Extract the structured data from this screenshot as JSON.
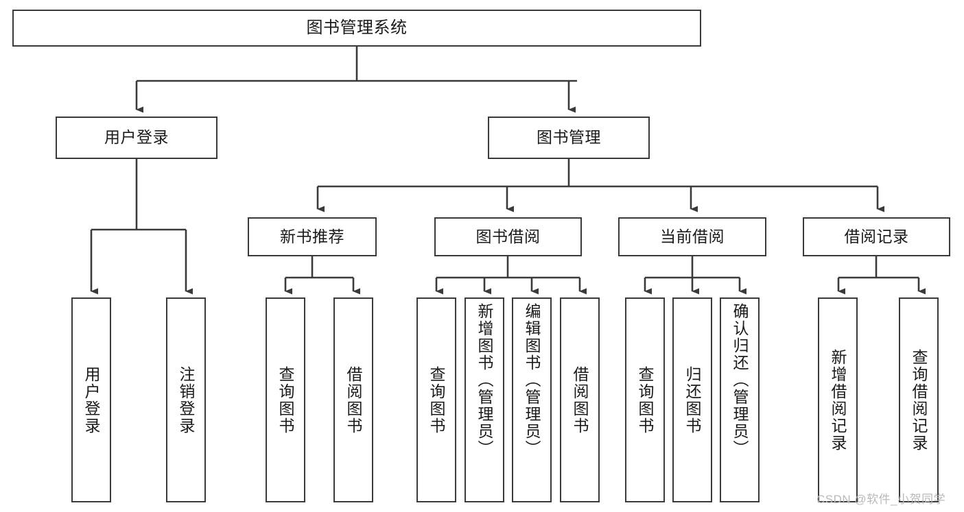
{
  "diagram": {
    "title": "图书管理系统",
    "type": "tree-hierarchy-chart",
    "colors": {
      "stroke": "#3a3a3a",
      "fill": "#ffffff",
      "text": "#1a1a1a",
      "watermark": "#b9b9b9"
    },
    "nodes": {
      "root": {
        "label": "图书管理系统"
      },
      "level2": [
        {
          "id": "user-login",
          "label": "用户登录"
        },
        {
          "id": "book-management",
          "label": "图书管理"
        }
      ],
      "level3": [
        {
          "id": "new-book-recommend",
          "label": "新书推荐"
        },
        {
          "id": "book-borrow",
          "label": "图书借阅"
        },
        {
          "id": "current-borrow",
          "label": "当前借阅"
        },
        {
          "id": "borrow-record",
          "label": "借阅记录"
        }
      ],
      "leaves": {
        "user_login": [
          {
            "id": "leaf-user-login",
            "label": "用户登录"
          },
          {
            "id": "leaf-user-logout",
            "label": "注销登录"
          }
        ],
        "new_book_recommend": [
          {
            "id": "leaf-query-book-1",
            "label": "查询图书"
          },
          {
            "id": "leaf-borrow-book-1",
            "label": "借阅图书"
          }
        ],
        "book_borrow": [
          {
            "id": "leaf-query-book-2",
            "label": "查询图书"
          },
          {
            "id": "leaf-add-book-admin",
            "label": "新增图书（管理员）"
          },
          {
            "id": "leaf-edit-book-admin",
            "label": "编辑图书（管理员）"
          },
          {
            "id": "leaf-borrow-book-2",
            "label": "借阅图书"
          }
        ],
        "current_borrow": [
          {
            "id": "leaf-query-book-3",
            "label": "查询图书"
          },
          {
            "id": "leaf-return-book",
            "label": "归还图书"
          },
          {
            "id": "leaf-confirm-return-admin",
            "label": "确认归还（管理员）"
          }
        ],
        "borrow_record": [
          {
            "id": "leaf-add-borrow-record",
            "label": "新增借阅记录"
          },
          {
            "id": "leaf-query-borrow-record",
            "label": "查询借阅记录"
          }
        ]
      }
    },
    "watermark": "CSDN @软件_小贺同学"
  }
}
